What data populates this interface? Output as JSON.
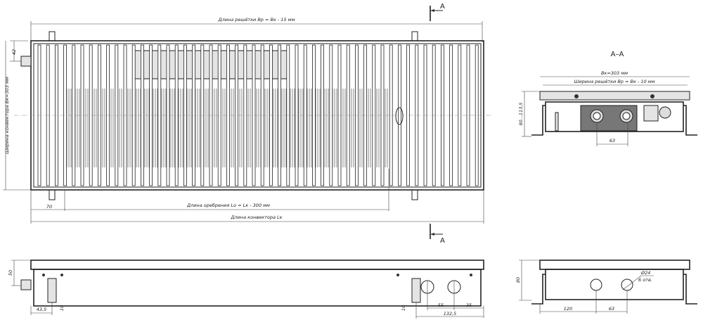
{
  "drawing": {
    "top_view": {
      "grille_length": "Длина решётки Bр = Bк - 15 мм",
      "dim_42": "42",
      "width_label": "Ширина конвектора Bк=303 мм",
      "dim_70": "70",
      "fin_length": "Длина оребрения Lо = Lк - 300 мм",
      "convector_length": "Длина конвектора Lк"
    },
    "section_marker": "A",
    "section": {
      "title": "A–A",
      "width": "Bк=303 мм",
      "grille_width": "Ширина решётки Bр = Bк - 10 мм",
      "height_range": "80...113,5",
      "dim_63": "63"
    },
    "front_view": {
      "dim_50": "50",
      "dim_43_5": "43,5",
      "dim_10_left": "10",
      "dim_10_right": "10",
      "dim_55": "55",
      "dim_35": "35",
      "dim_132_5": "132,5"
    },
    "side_view": {
      "dim_80": "80",
      "hole_diameter": "Ø24",
      "hole_count": "6 отв.",
      "dim_120": "120",
      "dim_63": "63"
    }
  }
}
